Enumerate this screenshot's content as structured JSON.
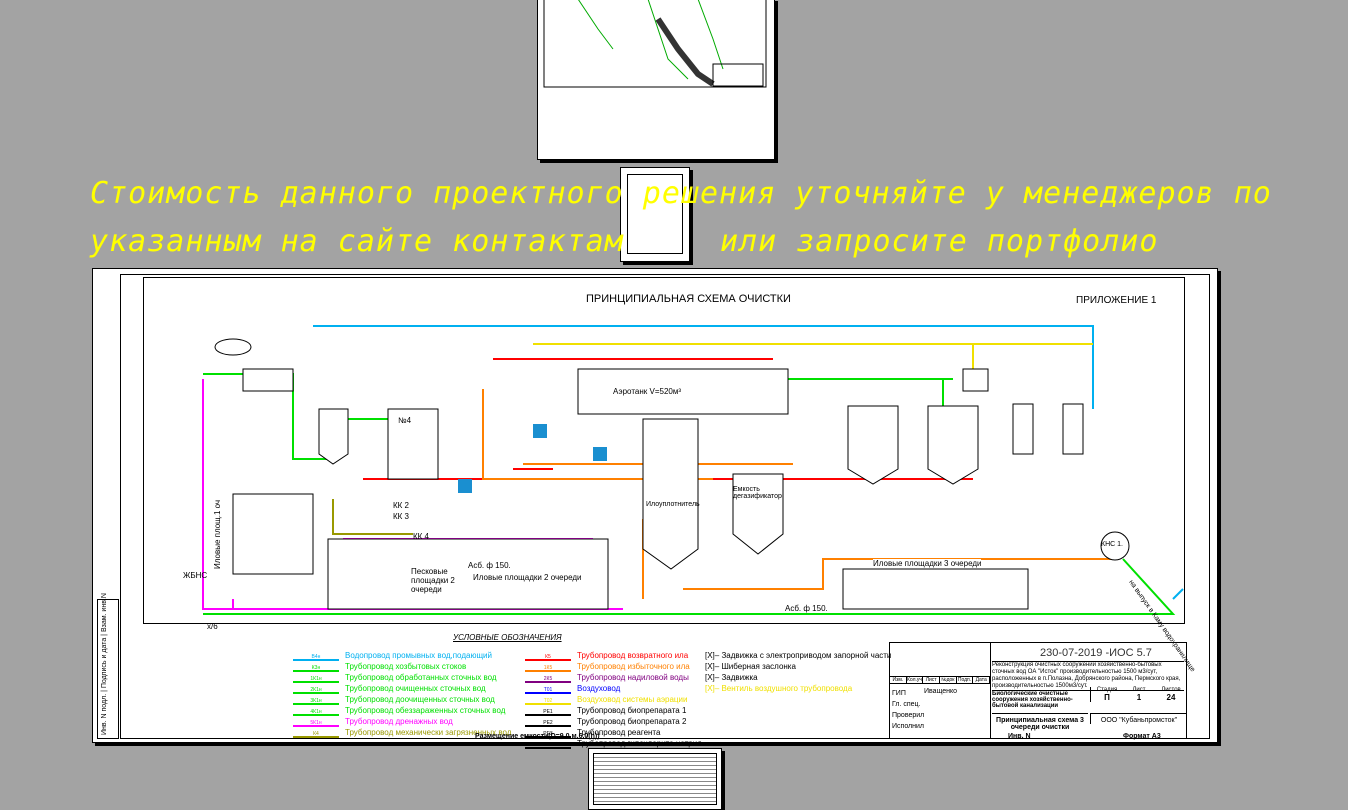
{
  "promo": {
    "line1": "Стоимость данного проектного решения уточняйте у менеджеров по",
    "line2_a": "указанным на сайте контактам",
    "line2_b": "или запросите портфолио"
  },
  "sheet": {
    "title": "ПРИНЦИПИАЛЬНАЯ СХЕМА ОЧИСТКИ",
    "appendix": "ПРИЛОЖЕНИЕ 1",
    "bottom_caption": "Размещение емкости(D=9.0 м.6.0(h))",
    "labels": {
      "aerotank": "Аэротанк V=520м³",
      "settler": "Илоуплотнитель",
      "degas": "Емкость дегазификатор",
      "sand": "Песковые площадки 2 очереди",
      "sludge2": "Иловые площадки 2 очереди",
      "sludge3": "Иловые площадки 3 очереди",
      "sludge1": "Иловые площ.1 оч",
      "kk2": "КК 2",
      "kk3": "КК 3",
      "kk4": "КК 4",
      "kns": "КНС 1.",
      "zhbns": "ЖБНС",
      "asb1": "Асб. ф 150.",
      "asb2": "Асб. ф 150.",
      "x6": "х/6",
      "n4": "№4",
      "out": "на выпуск в Каму водохранилище"
    }
  },
  "legend": {
    "title": "УСЛОВНЫЕ ОБОЗНАЧЕНИЯ",
    "left": [
      {
        "code": "В4н",
        "text": "Водопровод промывных вод,подающий",
        "color": "#00b0f0"
      },
      {
        "code": "К3н",
        "text": "Трубопровод хозбытовых стоков",
        "color": "#00e000"
      },
      {
        "code": "1К1н",
        "text": "Трубопровод обработанных сточных вод",
        "color": "#00e000"
      },
      {
        "code": "2К1н",
        "text": "Трубопровод очищенных сточных вод",
        "color": "#00e000"
      },
      {
        "code": "3К1н",
        "text": "Трубопровод доочищенных сточных вод",
        "color": "#00e000"
      },
      {
        "code": "4К1н",
        "text": "Трубопровод обеззараженных сточных вод",
        "color": "#00e000"
      },
      {
        "code": "5К1н",
        "text": "Трубопровод дренажных вод",
        "color": "#ff00ff"
      },
      {
        "code": "К4",
        "text": "Трубопровод механически загрязненных вод",
        "color": "#999900"
      }
    ],
    "middle": [
      {
        "code": "К5",
        "text": "Трубопровод возвратного ила",
        "color": "#ff0000"
      },
      {
        "code": "1К5",
        "text": "Трубопровод избыточного ила",
        "color": "#ff8000"
      },
      {
        "code": "2К5",
        "text": "Трубопровод надиловой воды",
        "color": "#800080"
      },
      {
        "code": "Т01",
        "text": "Воздуховод",
        "color": "#0000ff"
      },
      {
        "code": "Т02",
        "text": "Воздуховод системы аэрации",
        "color": "#f0e000"
      },
      {
        "code": "РЕ1",
        "text": "Трубопровод биопрепарата 1",
        "color": "#000000"
      },
      {
        "code": "РЕ2",
        "text": "Трубопровод биопрепарата 2",
        "color": "#000000"
      },
      {
        "code": "РЕ3",
        "text": "Трубопровод реагента",
        "color": "#000000"
      },
      {
        "code": "РЕ4",
        "text": "Трубопровод гипохлорита натрия",
        "color": "#000000"
      }
    ],
    "right": [
      {
        "text": "Задвижка с электроприводом запорной части",
        "color": "#000000"
      },
      {
        "text": "Шиберная заслонка",
        "color": "#000000"
      },
      {
        "text": "Задвижка",
        "color": "#000000"
      },
      {
        "text": "Вентиль воздушного трубопровода",
        "color": "#f0e000"
      }
    ]
  },
  "titleblock": {
    "code": "230-07-2019 -ИОС 5.7",
    "project": "Реконструкция очистных сооружений хозяйственно-бытовых сточных вод ОА \"Исток\" производительностью 1500 м3/сут, расположенных в п.Полазна, Добрянского района, Пермского края, производительностью 1500м3/сут.",
    "section": "Биологические очистные сооружения хозяйственно-бытовой канализации",
    "sheet_name": "Принципиальная схема 3 очереди очистки",
    "company": "ООО \"Кубаньпромсток\"",
    "headers": [
      "Изм.",
      "Кол.уч",
      "Лист",
      "№док",
      "Подп.",
      "Дата"
    ],
    "stage_h": "Стадия",
    "sheet_h": "Лист",
    "sheets_h": "Листов",
    "stage": "П",
    "sheet": "1",
    "sheets": "24",
    "roles": [
      "ГИП",
      "Гл. спец.",
      "Проверил",
      "Исполнил"
    ],
    "gip_name": "Иващенко",
    "inv": "Инв. N",
    "format": "Формат А3"
  },
  "side": [
    "Инв. N подл.",
    "Подпись и дата",
    "Взам. инв.N"
  ]
}
